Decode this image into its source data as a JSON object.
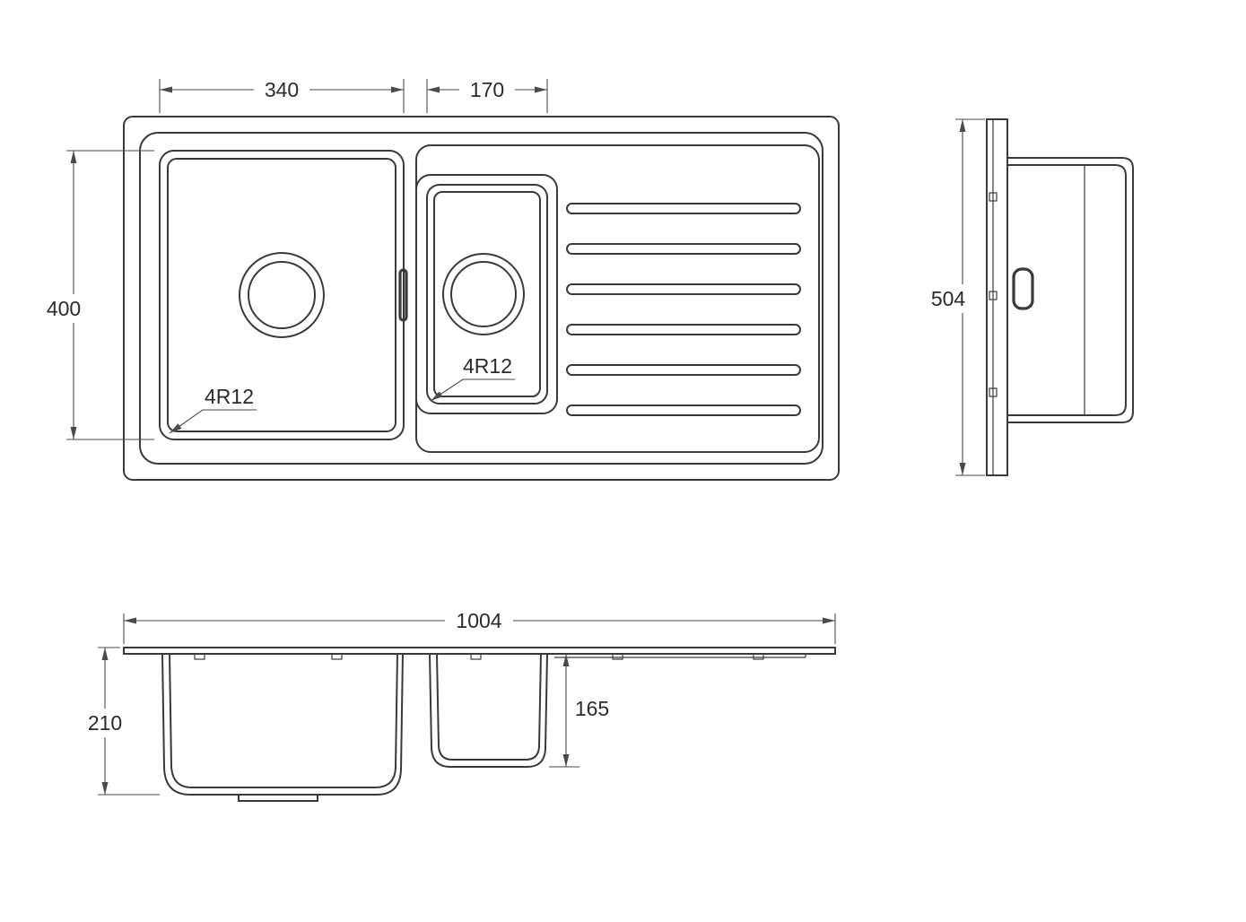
{
  "background": "#ffffff",
  "colors": {
    "object_line": "#3a3a3a",
    "dimension_line": "#4a4a4a",
    "text": "#2b2b2b"
  },
  "drawing": {
    "type": "sink-technical-drawing",
    "plan_view": {
      "dim_main_bowl_width": "340",
      "dim_half_bowl_width": "170",
      "dim_bowl_front_to_back": "400",
      "main_bowl_corner_radius": "4R12",
      "half_bowl_corner_radius": "4R12"
    },
    "side_view": {
      "dim_overall_depth": "504"
    },
    "front_view": {
      "dim_overall_length": "1004",
      "dim_main_bowl_depth": "210",
      "dim_half_bowl_depth": "165"
    }
  }
}
